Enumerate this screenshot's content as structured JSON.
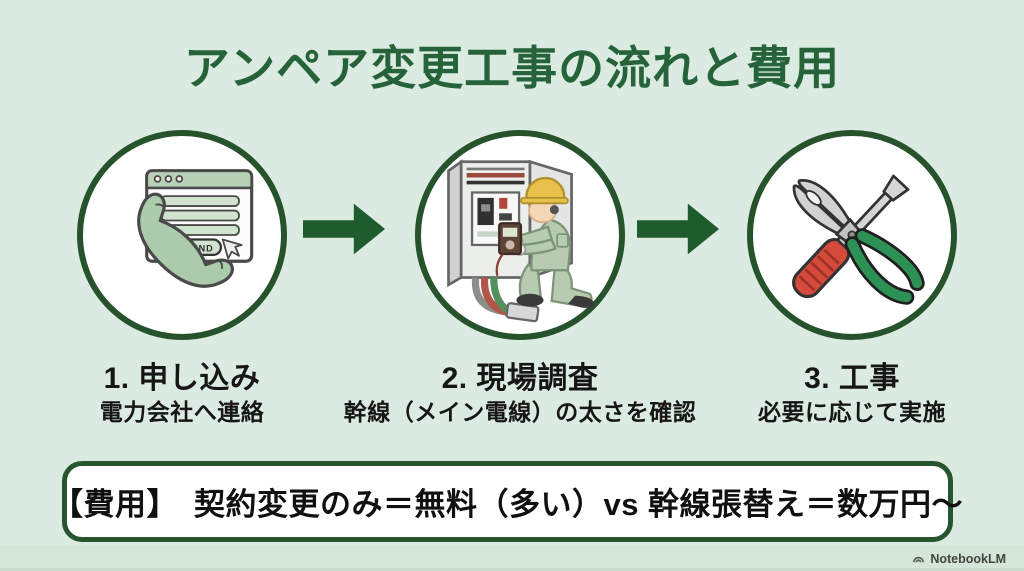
{
  "slide": {
    "title": "アンペア変更工事の流れと費用",
    "steps": [
      {
        "label": "1. 申し込み",
        "description": "電力会社へ連絡",
        "icon": "phone-and-web-form-icon",
        "send_label": "SEND"
      },
      {
        "label": "2. 現場調査",
        "description": "幹線（メイン電線）の太さを確認",
        "icon": "worker-inspecting-panel-icon"
      },
      {
        "label": "3. 工事",
        "description": "必要に応じて実施",
        "icon": "screwdriver-and-pliers-icon"
      }
    ],
    "cost_banner": "【費用】　契約変更のみ＝無料（多い）vs 幹線張替え＝数万円〜",
    "watermark": "NotebookLM",
    "colors": {
      "background": "#dcebe1",
      "title_green": "#26633a",
      "circle_border_green": "#26522c",
      "arrow_green": "#1e5b2d",
      "text_black": "#161616",
      "cost_border_green": "#27552f",
      "screwdriver_red": "#d64a3c",
      "pliers_green": "#2d9054",
      "helmet_yellow": "#e7c14b",
      "uniform_green": "#b7cbb0",
      "phone_green": "#accaac"
    }
  }
}
